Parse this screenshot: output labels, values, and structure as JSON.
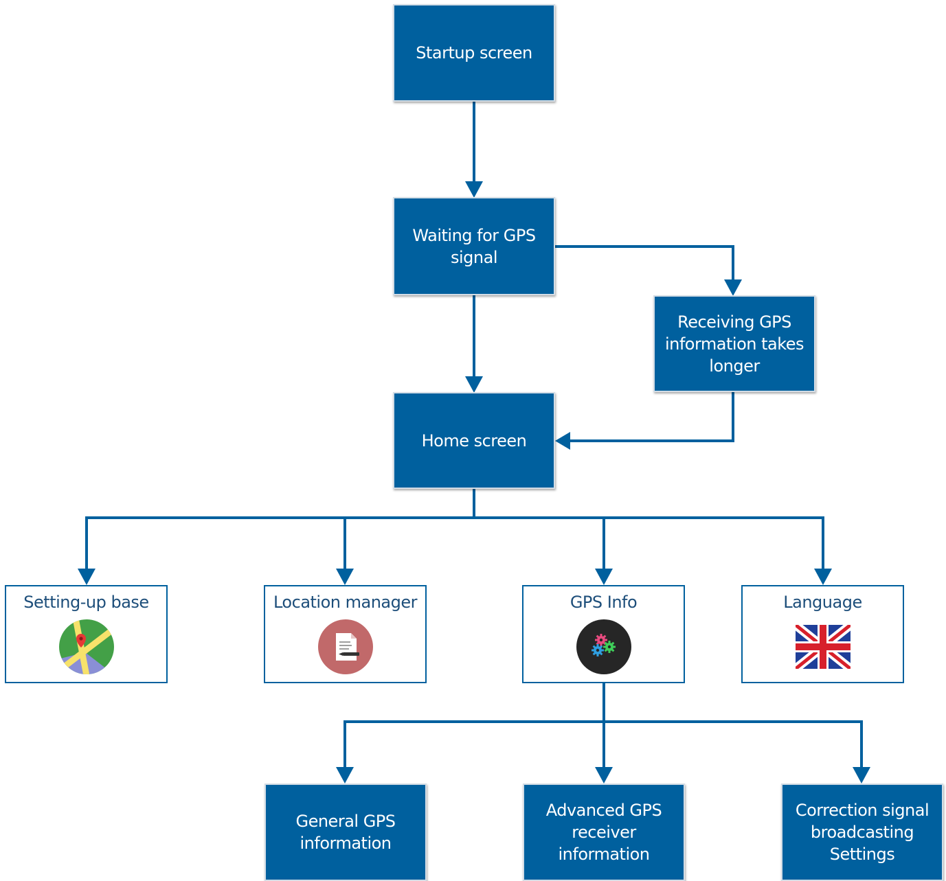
{
  "nodes": {
    "startup": "Startup screen",
    "waiting": "Waiting for GPS signal",
    "receiving": "Receiving GPS information takes longer",
    "home": "Home screen",
    "setting_up_base": "Setting-up base",
    "location_manager": "Location manager",
    "gps_info": "GPS Info",
    "language": "Language",
    "general_gps": "General GPS information",
    "advanced_gps": "Advanced GPS receiver information",
    "correction_signal": "Correction signal broadcasting Settings"
  },
  "icons": {
    "setting_up_base": "map-icon",
    "location_manager": "document-icon",
    "gps_info": "gears-icon",
    "language": "uk-flag-icon"
  },
  "colors": {
    "box_fill": "#00609e",
    "connector": "#00609e",
    "outline_text": "#1d4e7a"
  }
}
